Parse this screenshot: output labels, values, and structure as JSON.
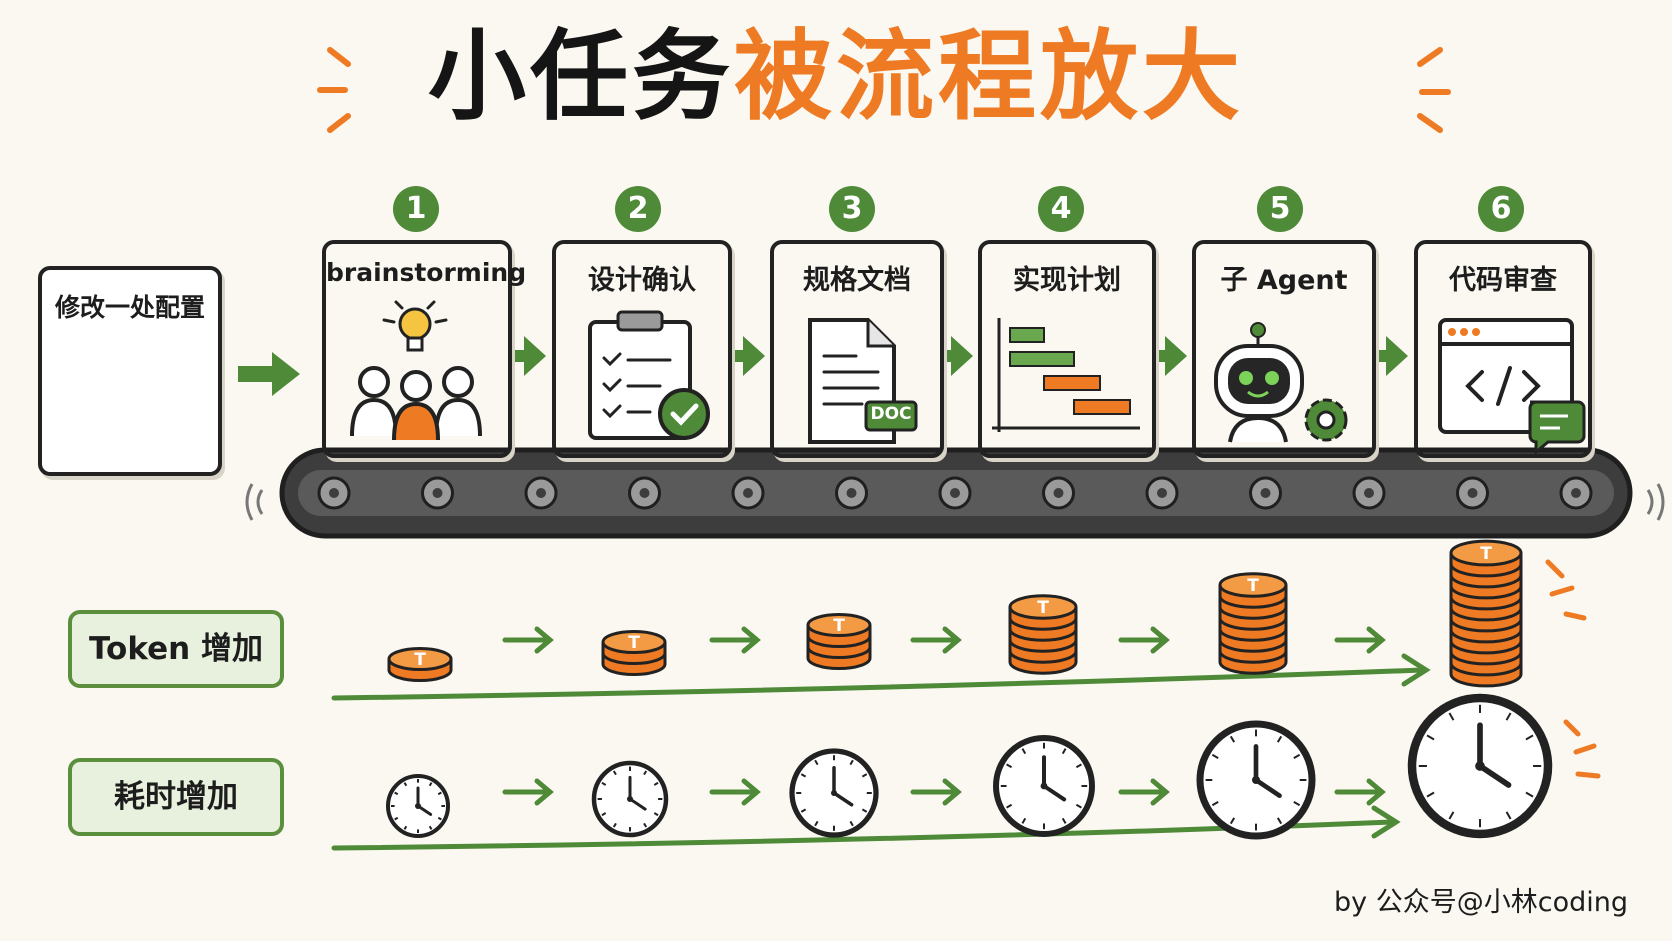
{
  "title": {
    "part1": "小任务",
    "part2": "被流程放大"
  },
  "input_card": {
    "label": "修改一处配置"
  },
  "steps": [
    {
      "num": "1",
      "label": "brainstorming"
    },
    {
      "num": "2",
      "label": "设计确认"
    },
    {
      "num": "3",
      "label": "规格文档"
    },
    {
      "num": "4",
      "label": "实现计划"
    },
    {
      "num": "5",
      "label": "子 Agent"
    },
    {
      "num": "6",
      "label": "代码审查"
    }
  ],
  "doc_badge": "DOC",
  "coin_letter": "T",
  "rows": {
    "token": "Token 增加",
    "time": "耗时增加"
  },
  "credit": "by 公众号@小林coding",
  "colors": {
    "green": "#4e8a37",
    "orange": "#ee7a23",
    "ink": "#222222",
    "belt": "#444444"
  }
}
